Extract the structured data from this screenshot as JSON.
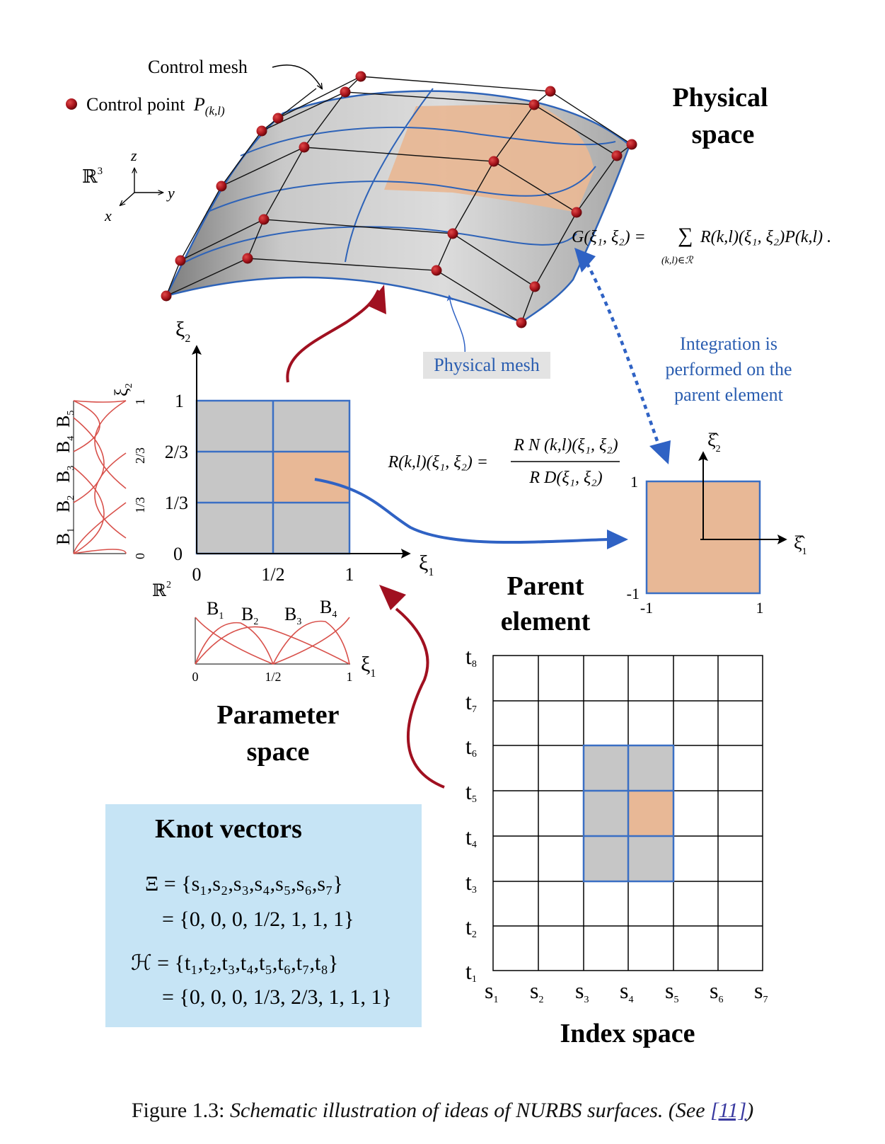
{
  "physical": {
    "title_line1": "Physical",
    "title_line2": "space",
    "control_mesh_label": "Control mesh",
    "control_point_label": "Control point",
    "control_point_symbol": "P",
    "control_point_sub": "(k,l)",
    "r3_label": "ℝ",
    "r3_sup": "3",
    "axis_z": "z",
    "axis_y": "y",
    "axis_x": "x",
    "physical_mesh_label": "Physical mesh",
    "g_formula_lhs": "G(ξ",
    "g_formula_text": "G(ξ₁, ξ₂) =",
    "g_formula_sum": "∑",
    "g_formula_sum_sub": "(k,l)∈ℛ",
    "g_formula_rhs": "R(k,l)(ξ₁, ξ₂)P(k,l) ."
  },
  "integration_note": [
    "Integration is",
    "performed on the",
    "parent element"
  ],
  "parameter": {
    "title_line1": "Parameter",
    "title_line2": "space",
    "r2_label": "ℝ",
    "r2_sup": "2",
    "xi1": "ξ",
    "xi2": "ξ",
    "sub1": "1",
    "sub2": "2",
    "y_ticks": [
      "1",
      "2/3",
      "1/3",
      "0"
    ],
    "x_ticks": [
      "0",
      "1/2",
      "1"
    ],
    "basis_bottom_labels": [
      "B",
      "B",
      "B",
      "B"
    ],
    "basis_bottom_subs": [
      "1",
      "2",
      "3",
      "4"
    ],
    "basis_bottom_ticks": [
      "0",
      "1/2",
      "1"
    ],
    "basis_left_labels": [
      "B",
      "B",
      "B",
      "B",
      "B"
    ],
    "basis_left_subs": [
      "1",
      "2",
      "3",
      "4",
      "5"
    ],
    "basis_left_ticks": [
      "0",
      "1/3",
      "2/3",
      "1"
    ]
  },
  "rational": {
    "lhs": "R(k,l)(ξ₁, ξ₂) =",
    "numerator": "R N (k,l)(ξ₁, ξ₂)",
    "denominator": "R D(ξ₁, ξ₂)"
  },
  "parent": {
    "title_line1": "Parent",
    "title_line2": "element",
    "tick_top": "1",
    "tick_bottom": "-1",
    "tick_left": "-1",
    "tick_right": "1",
    "xi_hat": "ξ̂",
    "sub1": "1",
    "sub2": "2"
  },
  "knot_vectors": {
    "title": "Knot vectors",
    "xi_line1": "Ξ = {s₁,s₂,s₃,s₄,s₅,s₆,s₇}",
    "xi_line2": "= {0,  0,  0,  1/2,  1,  1,  1}",
    "h_line1": "ℋ = {t₁,t₂,t₃,t₄,t₅,t₆,t₇,t₈}",
    "h_line2": "= {0,  0,  0,  1/3,  2/3,  1,  1,  1}"
  },
  "index_space": {
    "title": "Index space",
    "t_labels": [
      "t",
      "t",
      "t",
      "t",
      "t",
      "t",
      "t",
      "t"
    ],
    "t_subs": [
      "8",
      "7",
      "6",
      "5",
      "4",
      "3",
      "2",
      "1"
    ],
    "s_labels": [
      "s",
      "s",
      "s",
      "s",
      "s",
      "s",
      "s"
    ],
    "s_subs": [
      "1",
      "2",
      "3",
      "4",
      "5",
      "6",
      "7"
    ]
  },
  "caption": {
    "label": "Figure 1.3:",
    "text": "Schematic illustration of ideas of NURBS surfaces. (See",
    "ref": "[11]",
    "close": ")"
  },
  "colors": {
    "gray": "#c6c6c6",
    "orange": "#e8b896",
    "blue": "#3a6fc4",
    "red_arrow": "#a01020",
    "dot": "#a8141c",
    "knot_box": "#c6e4f5"
  }
}
